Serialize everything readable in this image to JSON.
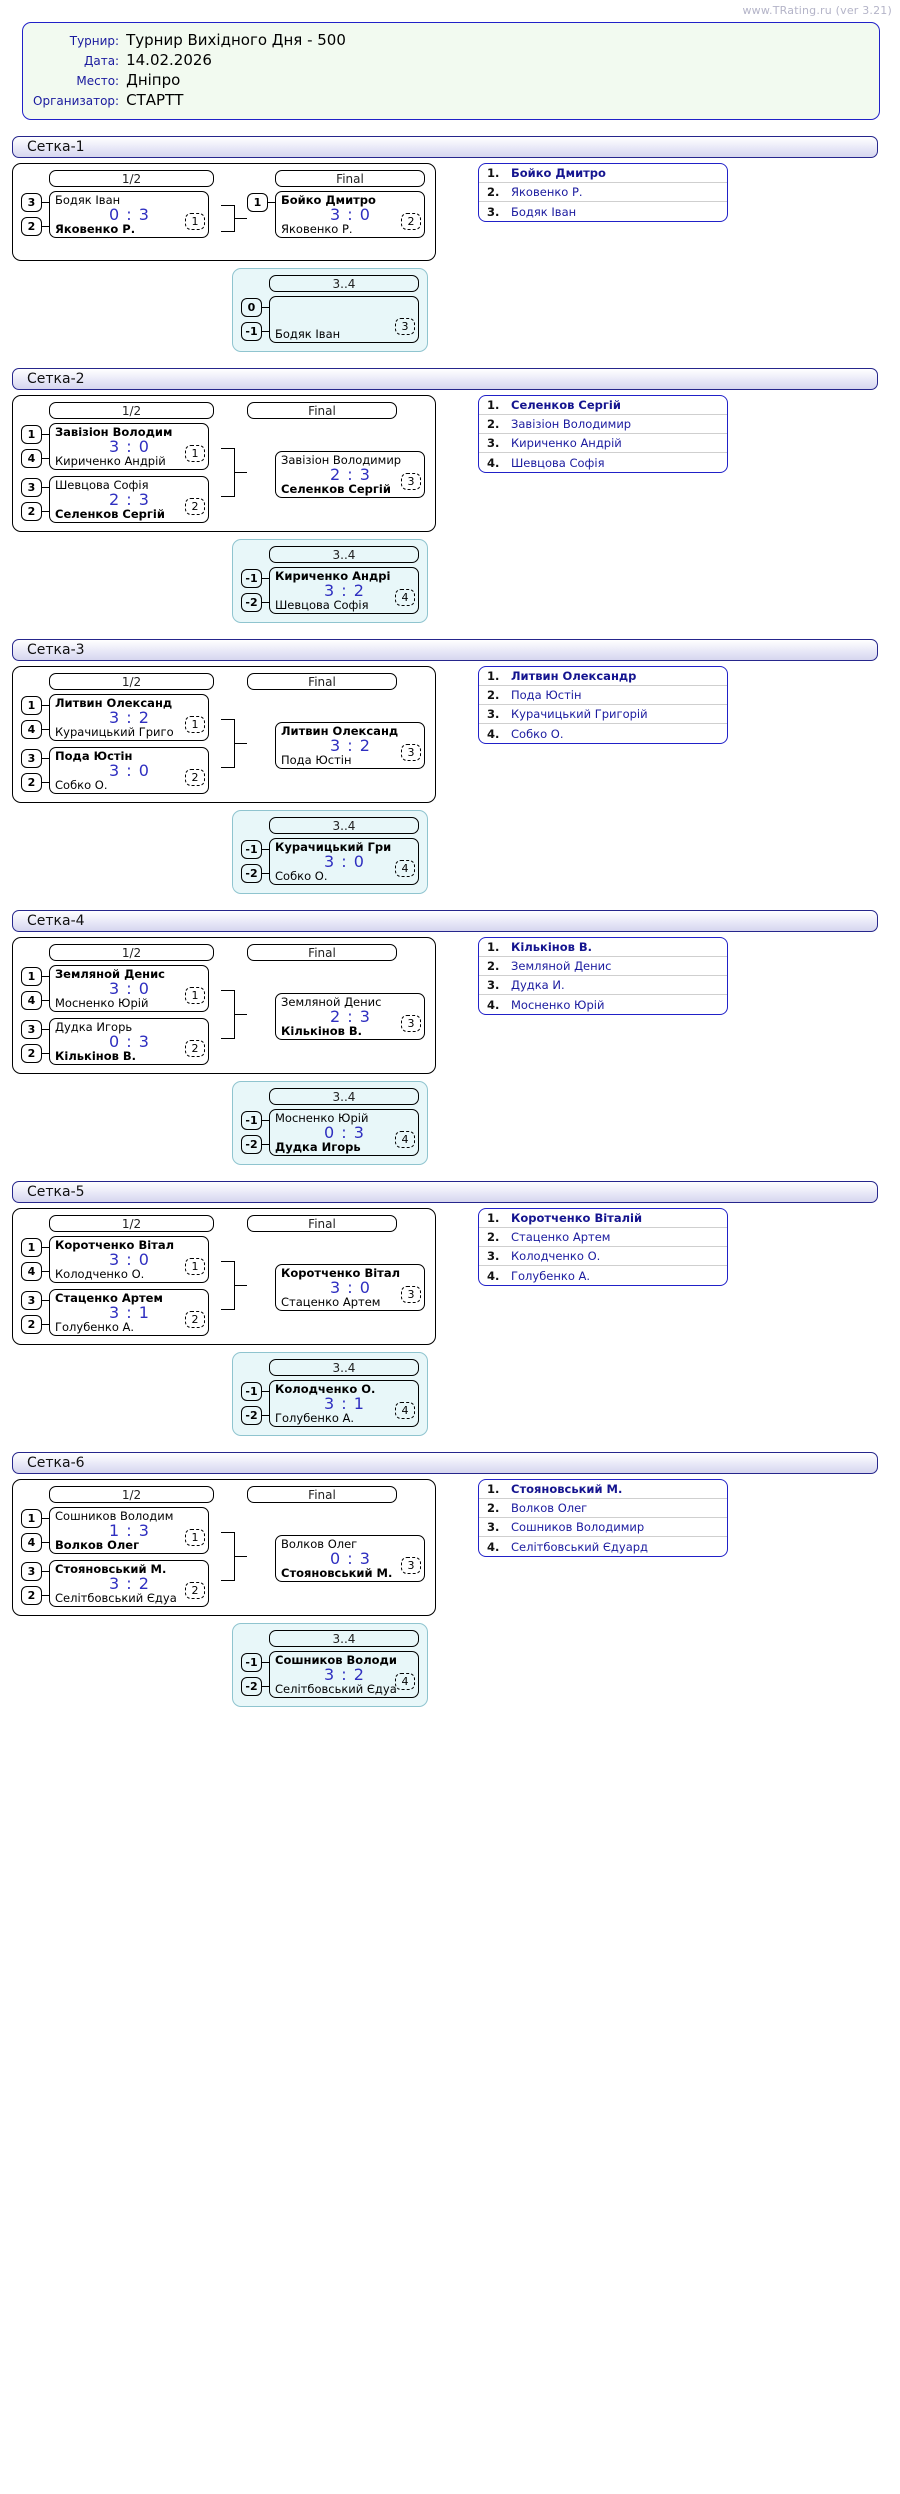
{
  "watermark": "www.TRating.ru (ver 3.21)",
  "info": {
    "rows": [
      {
        "label": "Турнир:",
        "value": "Турнир Вихідного Дня - 500"
      },
      {
        "label": "Дата:",
        "value": "14.02.2026"
      },
      {
        "label": "Место:",
        "value": "Дніпро"
      },
      {
        "label": "Организатор:",
        "value": "СТАРТТ"
      }
    ]
  },
  "round_labels": {
    "semi": "1/2",
    "final": "Final",
    "third": "3..4"
  },
  "brackets": [
    {
      "title": "Сетка-1",
      "semis": [
        {
          "top": {
            "seed": "3",
            "name": "Бодяк Іван",
            "win": false
          },
          "bottom": {
            "seed": "2",
            "name": "Яковенко Р.",
            "win": true
          },
          "score": "0 : 3",
          "place": "1"
        }
      ],
      "final": {
        "top": {
          "seed": "1",
          "name": "Бойко Дмитро",
          "win": true
        },
        "bottom": {
          "seed": "",
          "name": "Яковенко Р.",
          "win": false
        },
        "score": "3 : 0",
        "place": "2"
      },
      "third": {
        "top": {
          "seed": "0",
          "name": "",
          "win": false
        },
        "bottom": {
          "seed": "-1",
          "name": "Бодяк Іван",
          "win": false
        },
        "score": "",
        "place": "3"
      },
      "standings": [
        {
          "pos": "1.",
          "name": "Бойко Дмитро"
        },
        {
          "pos": "2.",
          "name": "Яковенко Р."
        },
        {
          "pos": "3.",
          "name": "Бодяк Іван"
        }
      ]
    },
    {
      "title": "Сетка-2",
      "semis": [
        {
          "top": {
            "seed": "1",
            "name": "Завізіон Володим",
            "win": true
          },
          "bottom": {
            "seed": "4",
            "name": "Кириченко Андрій",
            "win": false
          },
          "score": "3 : 0",
          "place": "1"
        },
        {
          "top": {
            "seed": "3",
            "name": "Шевцова Софія",
            "win": false
          },
          "bottom": {
            "seed": "2",
            "name": "Селенков Сергій",
            "win": true
          },
          "score": "2 : 3",
          "place": "2"
        }
      ],
      "final": {
        "top": {
          "seed": "",
          "name": "Завізіон Володимир",
          "win": false
        },
        "bottom": {
          "seed": "",
          "name": "Селенков Сергій",
          "win": true
        },
        "score": "2 : 3",
        "place": "3"
      },
      "third": {
        "top": {
          "seed": "-1",
          "name": "Кириченко Андрі",
          "win": true
        },
        "bottom": {
          "seed": "-2",
          "name": "Шевцова Софія",
          "win": false
        },
        "score": "3 : 2",
        "place": "4"
      },
      "standings": [
        {
          "pos": "1.",
          "name": "Селенков Сергій"
        },
        {
          "pos": "2.",
          "name": "Завізіон Володимир"
        },
        {
          "pos": "3.",
          "name": "Кириченко Андрій"
        },
        {
          "pos": "4.",
          "name": "Шевцова Софія"
        }
      ]
    },
    {
      "title": "Сетка-3",
      "semis": [
        {
          "top": {
            "seed": "1",
            "name": "Литвин Олександ",
            "win": true
          },
          "bottom": {
            "seed": "4",
            "name": "Курачицький Григо",
            "win": false
          },
          "score": "3 : 2",
          "place": "1"
        },
        {
          "top": {
            "seed": "3",
            "name": "Пода Юстін",
            "win": true
          },
          "bottom": {
            "seed": "2",
            "name": "Собко О.",
            "win": false
          },
          "score": "3 : 0",
          "place": "2"
        }
      ],
      "final": {
        "top": {
          "seed": "",
          "name": "Литвин Олександ",
          "win": true
        },
        "bottom": {
          "seed": "",
          "name": "Пода Юстін",
          "win": false
        },
        "score": "3 : 2",
        "place": "3"
      },
      "third": {
        "top": {
          "seed": "-1",
          "name": "Курачицький Гри",
          "win": true
        },
        "bottom": {
          "seed": "-2",
          "name": "Собко О.",
          "win": false
        },
        "score": "3 : 0",
        "place": "4"
      },
      "standings": [
        {
          "pos": "1.",
          "name": "Литвин Олександр"
        },
        {
          "pos": "2.",
          "name": "Пода Юстін"
        },
        {
          "pos": "3.",
          "name": "Курачицький Григорій"
        },
        {
          "pos": "4.",
          "name": "Собко О."
        }
      ]
    },
    {
      "title": "Сетка-4",
      "semis": [
        {
          "top": {
            "seed": "1",
            "name": "Земляной Денис",
            "win": true
          },
          "bottom": {
            "seed": "4",
            "name": "Мосненко Юрій",
            "win": false
          },
          "score": "3 : 0",
          "place": "1"
        },
        {
          "top": {
            "seed": "3",
            "name": "Дудка Игорь",
            "win": false
          },
          "bottom": {
            "seed": "2",
            "name": "Кількінов В.",
            "win": true
          },
          "score": "0 : 3",
          "place": "2"
        }
      ],
      "final": {
        "top": {
          "seed": "",
          "name": "Земляной Денис",
          "win": false
        },
        "bottom": {
          "seed": "",
          "name": "Кількінов В.",
          "win": true
        },
        "score": "2 : 3",
        "place": "3"
      },
      "third": {
        "top": {
          "seed": "-1",
          "name": "Мосненко Юрій",
          "win": false
        },
        "bottom": {
          "seed": "-2",
          "name": "Дудка Игорь",
          "win": true
        },
        "score": "0 : 3",
        "place": "4"
      },
      "standings": [
        {
          "pos": "1.",
          "name": "Кількінов В."
        },
        {
          "pos": "2.",
          "name": "Земляной Денис"
        },
        {
          "pos": "3.",
          "name": "Дудка И."
        },
        {
          "pos": "4.",
          "name": "Мосненко Юрій"
        }
      ]
    },
    {
      "title": "Сетка-5",
      "semis": [
        {
          "top": {
            "seed": "1",
            "name": "Коротченко Вітал",
            "win": true
          },
          "bottom": {
            "seed": "4",
            "name": "Колодченко О.",
            "win": false
          },
          "score": "3 : 0",
          "place": "1"
        },
        {
          "top": {
            "seed": "3",
            "name": "Стаценко Артем",
            "win": true
          },
          "bottom": {
            "seed": "2",
            "name": "Голубенко А.",
            "win": false
          },
          "score": "3 : 1",
          "place": "2"
        }
      ],
      "final": {
        "top": {
          "seed": "",
          "name": "Коротченко Вітал",
          "win": true
        },
        "bottom": {
          "seed": "",
          "name": "Стаценко Артем",
          "win": false
        },
        "score": "3 : 0",
        "place": "3"
      },
      "third": {
        "top": {
          "seed": "-1",
          "name": "Колодченко О.",
          "win": true
        },
        "bottom": {
          "seed": "-2",
          "name": "Голубенко А.",
          "win": false
        },
        "score": "3 : 1",
        "place": "4"
      },
      "standings": [
        {
          "pos": "1.",
          "name": "Коротченко Віталій"
        },
        {
          "pos": "2.",
          "name": "Стаценко Артем"
        },
        {
          "pos": "3.",
          "name": "Колодченко О."
        },
        {
          "pos": "4.",
          "name": "Голубенко А."
        }
      ]
    },
    {
      "title": "Сетка-6",
      "semis": [
        {
          "top": {
            "seed": "1",
            "name": "Сошников Володим",
            "win": false
          },
          "bottom": {
            "seed": "4",
            "name": "Волков Олег",
            "win": true
          },
          "score": "1 : 3",
          "place": "1"
        },
        {
          "top": {
            "seed": "3",
            "name": "Стояновський М.",
            "win": true
          },
          "bottom": {
            "seed": "2",
            "name": "Селітбовський Єдуа",
            "win": false
          },
          "score": "3 : 2",
          "place": "2"
        }
      ],
      "final": {
        "top": {
          "seed": "",
          "name": "Волков Олег",
          "win": false
        },
        "bottom": {
          "seed": "",
          "name": "Стояновський М.",
          "win": true
        },
        "score": "0 : 3",
        "place": "3"
      },
      "third": {
        "top": {
          "seed": "-1",
          "name": "Сошников Володи",
          "win": true
        },
        "bottom": {
          "seed": "-2",
          "name": "Селітбовський Єдуа",
          "win": false
        },
        "score": "3 : 2",
        "place": "4"
      },
      "standings": [
        {
          "pos": "1.",
          "name": "Стояновський М."
        },
        {
          "pos": "2.",
          "name": "Волков Олег"
        },
        {
          "pos": "3.",
          "name": "Сошников Володимир"
        },
        {
          "pos": "4.",
          "name": "Селітбовський Єдуард"
        }
      ]
    }
  ]
}
